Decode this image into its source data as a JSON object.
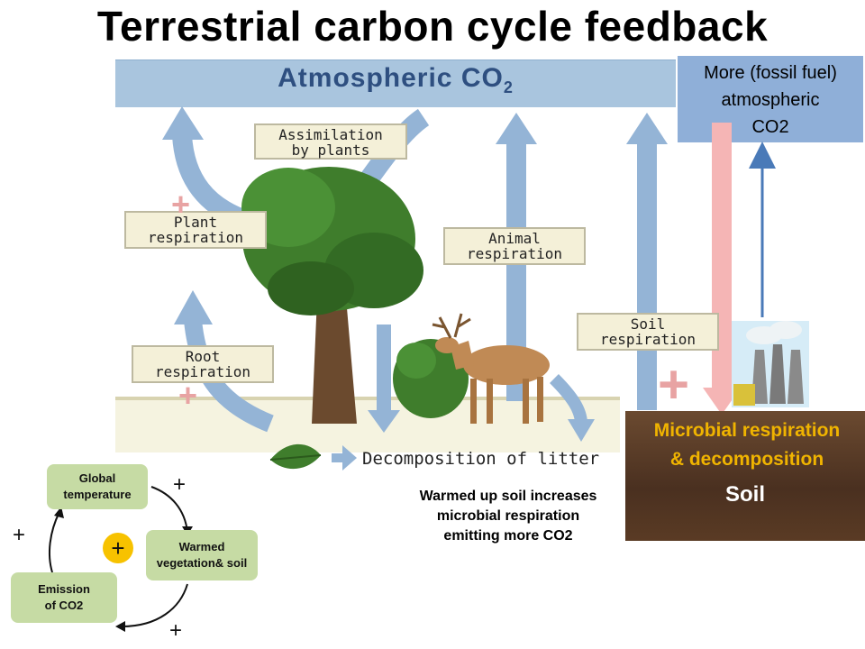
{
  "title": "Terrestrial carbon cycle feedback",
  "atmosphere": {
    "label": "Atmospheric CO",
    "subscript": "2"
  },
  "fossil_box": {
    "line1": "More (fossil fuel)",
    "line2": "atmospheric",
    "line3": "CO2"
  },
  "process_labels": {
    "assimilation": {
      "line1": "Assimilation",
      "line2": "by plants"
    },
    "plant_respiration": {
      "line1": "Plant",
      "line2": "respiration"
    },
    "animal_respiration": {
      "line1": "Animal",
      "line2": "respiration"
    },
    "soil_respiration": {
      "line1": "Soil",
      "line2": "respiration"
    },
    "root_respiration": {
      "line1": "Root",
      "line2": "respiration"
    },
    "decomposition": "Decomposition of litter"
  },
  "soil_panel": {
    "line1": "Microbial respiration",
    "line2": "& decomposition",
    "soil": "Soil"
  },
  "warmed_text": {
    "line1": "Warmed up soil increases",
    "line2": "microbial  respiration",
    "line3": "emitting more CO2"
  },
  "feedback_loop": {
    "nodes": {
      "global_temperature": {
        "line1": "Global",
        "line2": "temperature"
      },
      "warmed_vegetation": {
        "line1": "Warmed",
        "line2": "vegetation& soil"
      },
      "emission": {
        "line1": "Emission",
        "line2": "of CO2"
      }
    },
    "signs": {
      "top": "+",
      "bottom": "+",
      "left": "+",
      "center": "+"
    }
  },
  "pink_plus": "+",
  "colors": {
    "atmosphere": "#a9c5de",
    "arrow_blue": "#94b4d6",
    "pink_arrow": "#f5b5b5",
    "dark_blue_arrow": "#4a7ab8",
    "node_green": "#c6dba4",
    "microbial_text": "#f0b400",
    "center_plus": "#f7c200"
  }
}
